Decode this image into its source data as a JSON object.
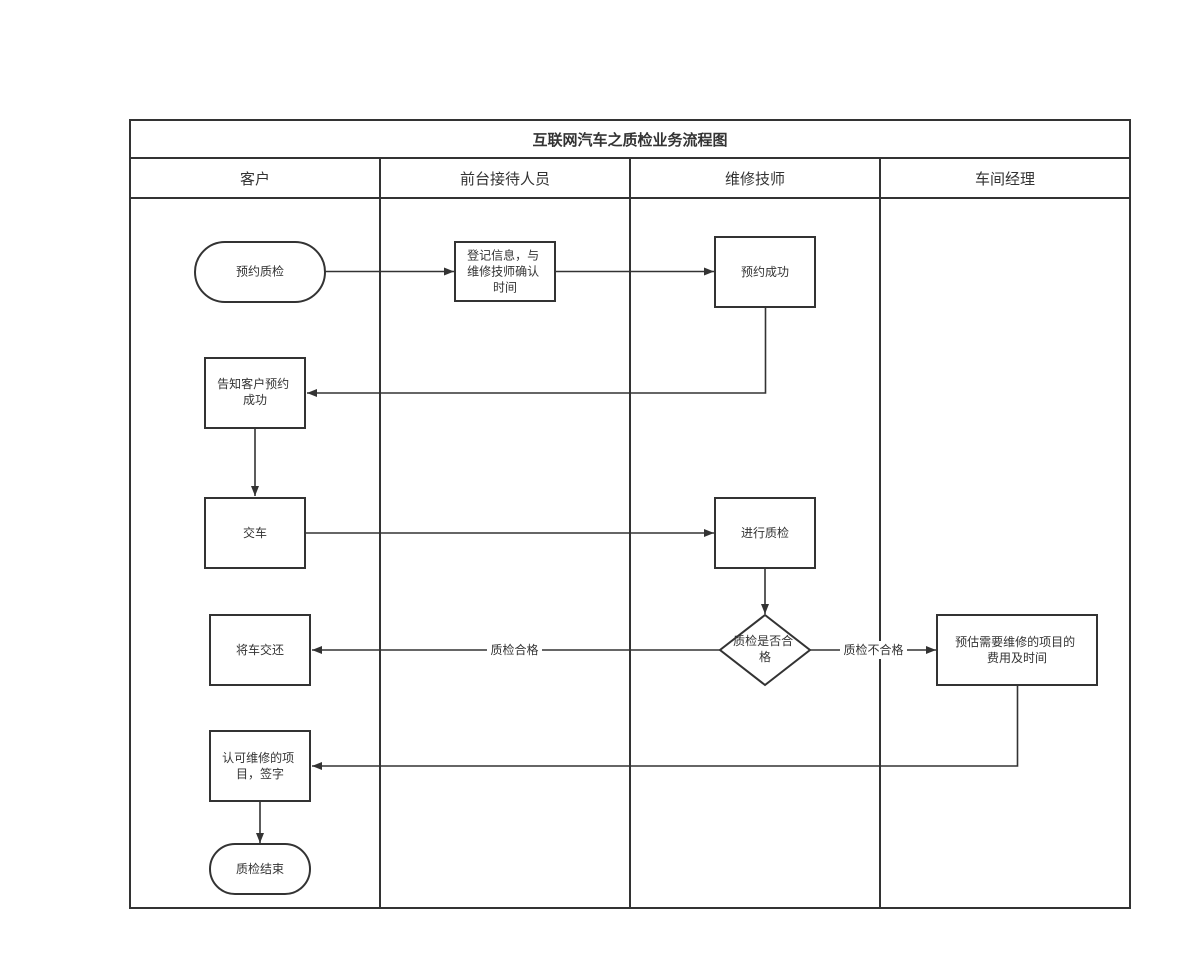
{
  "title": "互联网汽车之质检业务流程图",
  "lanes": [
    {
      "id": "customer",
      "label": "客户"
    },
    {
      "id": "front",
      "label": "前台接待人员"
    },
    {
      "id": "tech",
      "label": "维修技师"
    },
    {
      "id": "manager",
      "label": "车间经理"
    }
  ],
  "nodes": {
    "book_qc": {
      "shape": "terminal",
      "lines": [
        "预约质检"
      ]
    },
    "register": {
      "shape": "process",
      "lines": [
        "登记信息，与",
        "维修技师确认",
        "时间"
      ]
    },
    "booked": {
      "shape": "process",
      "lines": [
        "预约成功"
      ]
    },
    "notify": {
      "shape": "process",
      "lines": [
        "告知客户预约",
        "成功"
      ]
    },
    "handover": {
      "shape": "process",
      "lines": [
        "交车"
      ]
    },
    "do_qc": {
      "shape": "process",
      "lines": [
        "进行质检"
      ]
    },
    "qc_ok": {
      "shape": "decision",
      "lines": [
        "质检是否合",
        "格"
      ]
    },
    "return_car": {
      "shape": "process",
      "lines": [
        "将车交还"
      ]
    },
    "estimate": {
      "shape": "process",
      "lines": [
        "预估需要维修的项目的",
        "费用及时间"
      ]
    },
    "approve": {
      "shape": "process",
      "lines": [
        "认可维修的项",
        "目，签字"
      ]
    },
    "qc_end": {
      "shape": "terminal",
      "lines": [
        "质检结束"
      ]
    }
  },
  "edges": [
    {
      "from": "book_qc",
      "to": "register",
      "label": ""
    },
    {
      "from": "register",
      "to": "booked",
      "label": ""
    },
    {
      "from": "booked",
      "to": "notify",
      "label": ""
    },
    {
      "from": "notify",
      "to": "handover",
      "label": ""
    },
    {
      "from": "handover",
      "to": "do_qc",
      "label": ""
    },
    {
      "from": "do_qc",
      "to": "qc_ok",
      "label": ""
    },
    {
      "from": "qc_ok",
      "to": "return_car",
      "label": "质检合格"
    },
    {
      "from": "qc_ok",
      "to": "estimate",
      "label": "质检不合格"
    },
    {
      "from": "estimate",
      "to": "approve",
      "label": ""
    },
    {
      "from": "approve",
      "to": "qc_end",
      "label": ""
    }
  ],
  "colors": {
    "stroke": "#333333",
    "fill": "#ffffff",
    "text": "#333333"
  }
}
